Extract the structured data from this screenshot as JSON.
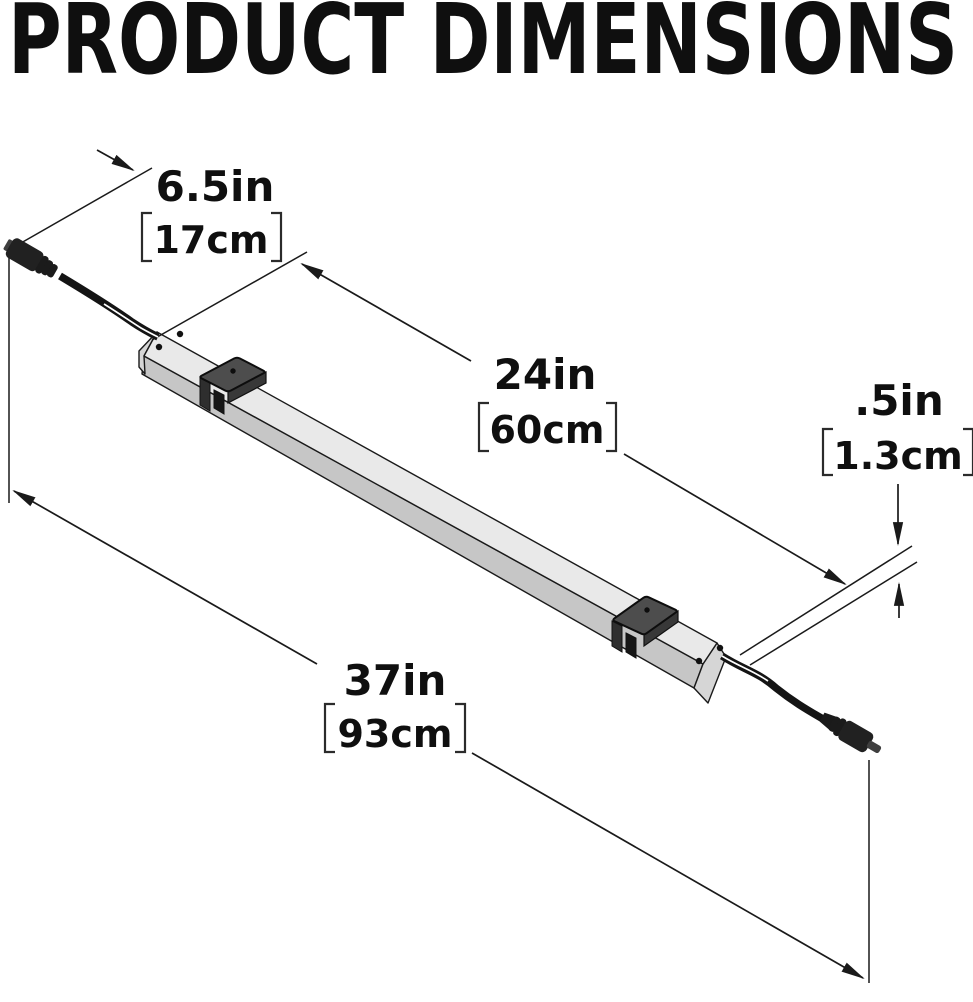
{
  "title": "PRODUCT DIMENSIONS",
  "labels": {
    "cable": {
      "in": "6.5in",
      "cm": "17cm"
    },
    "strip": {
      "in": "24in",
      "cm": "60cm"
    },
    "thickness": {
      "in": ".5in",
      "cm": "1.3cm"
    },
    "overall": {
      "in": "37in",
      "cm": "93cm"
    }
  },
  "colors": {
    "line": "#1a1a1a",
    "text": "#0f0f0f",
    "bar_top": "#e9e9e9",
    "bar_front": "#c6c6c6",
    "bar_end": "#d6d6d6",
    "clip_top": "#4d4d4d",
    "clip_wall": "#383838",
    "clip_leg": "#262626",
    "cable": "#141414",
    "background": "#ffffff"
  }
}
